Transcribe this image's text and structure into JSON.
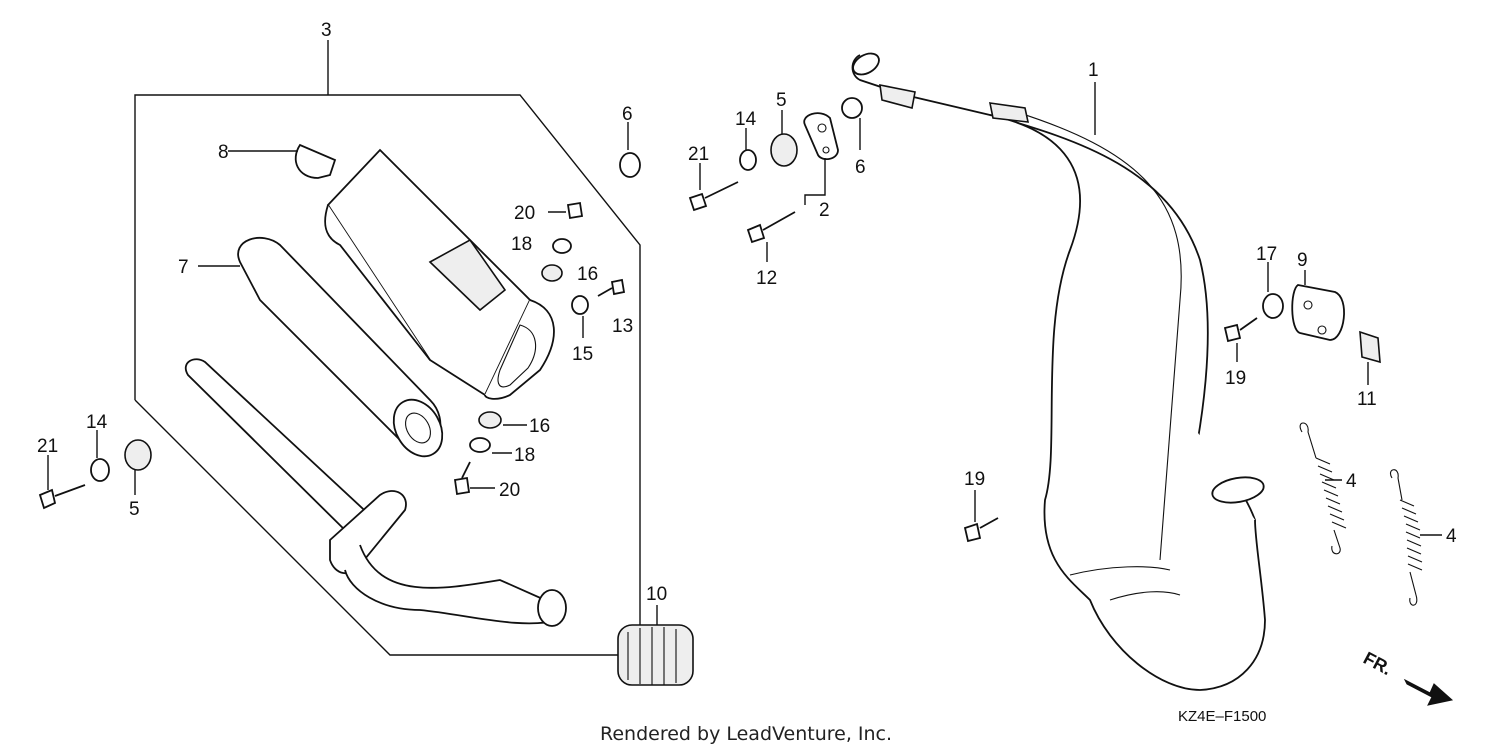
{
  "callouts": {
    "c1": "1",
    "c2": "2",
    "c3": "3",
    "c4a": "4",
    "c4b": "4",
    "c5a": "5",
    "c5b": "5",
    "c6a": "6",
    "c6b": "6",
    "c7": "7",
    "c8": "8",
    "c9": "9",
    "c10": "10",
    "c11": "11",
    "c12": "12",
    "c13": "13",
    "c14a": "14",
    "c14b": "14",
    "c15": "15",
    "c16a": "16",
    "c16b": "16",
    "c17": "17",
    "c18a": "18",
    "c18b": "18",
    "c19a": "19",
    "c19b": "19",
    "c20a": "20",
    "c20b": "20",
    "c21a": "21",
    "c21b": "21"
  },
  "diagram_code": "KZ4E–F1500",
  "front_indicator": "FR.",
  "footer": "Rendered by LeadVenture, Inc."
}
